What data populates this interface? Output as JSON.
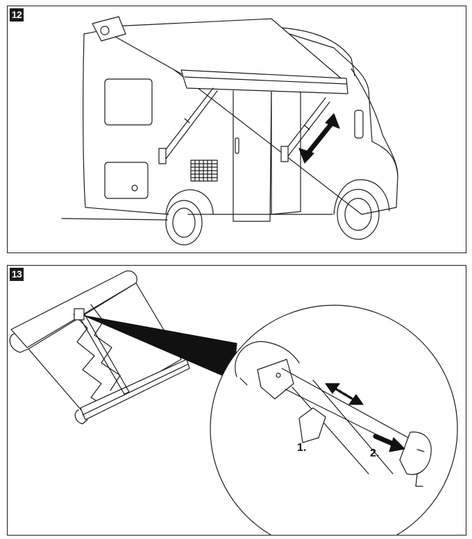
{
  "panels": [
    {
      "number": "12"
    },
    {
      "number": "13",
      "steps": [
        "1.",
        "2."
      ]
    }
  ],
  "colors": {
    "line": "#1a1a1a",
    "fill_dark": "#111111",
    "fill_light": "#ffffff"
  }
}
